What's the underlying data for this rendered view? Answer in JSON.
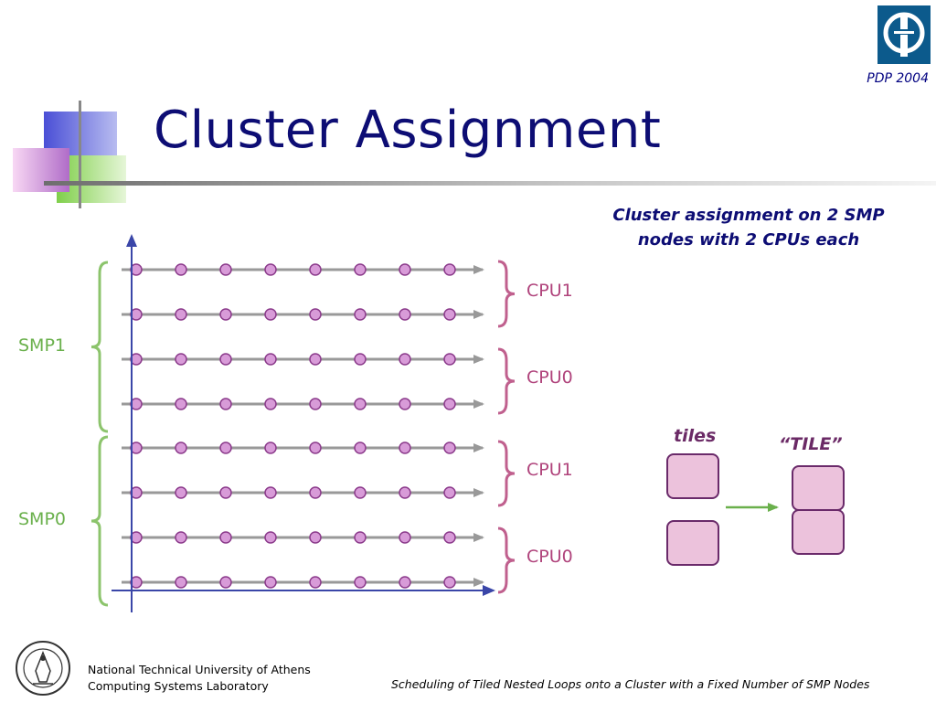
{
  "header": {
    "conference": "PDP 2004",
    "title": "Cluster Assignment",
    "logo_icon": "university-logo-icon"
  },
  "caption": {
    "line1": "Cluster assignment on 2 SMP",
    "line2": "nodes with 2 CPUs each"
  },
  "diagram": {
    "rows_per_group": 2,
    "points_per_row": 8,
    "smp_groups": [
      {
        "label": "SMP1"
      },
      {
        "label": "SMP0"
      }
    ],
    "cpu_groups": [
      {
        "label": "CPU1"
      },
      {
        "label": "CPU0"
      },
      {
        "label": "CPU1"
      },
      {
        "label": "CPU0"
      }
    ],
    "tiles_label": "tiles",
    "tile_label": "“TILE”",
    "colors": {
      "point_fill": "#d89bd8",
      "point_stroke": "#8b3a8b",
      "row_line": "#999999",
      "axis": "#3a46a8",
      "smp_brace": "#8cc46c",
      "cpu_brace": "#c0608e",
      "tile_fill": "#ecc2dc",
      "tile_stroke": "#6a2a6a",
      "arrow": "#6ab04c"
    }
  },
  "footer": {
    "university": "National Technical University of Athens",
    "lab": "Computing Systems Laboratory",
    "paper_title": "Scheduling of Tiled Nested Loops onto a Cluster with a Fixed Number of SMP Nodes",
    "seal_icon": "university-seal-icon"
  }
}
